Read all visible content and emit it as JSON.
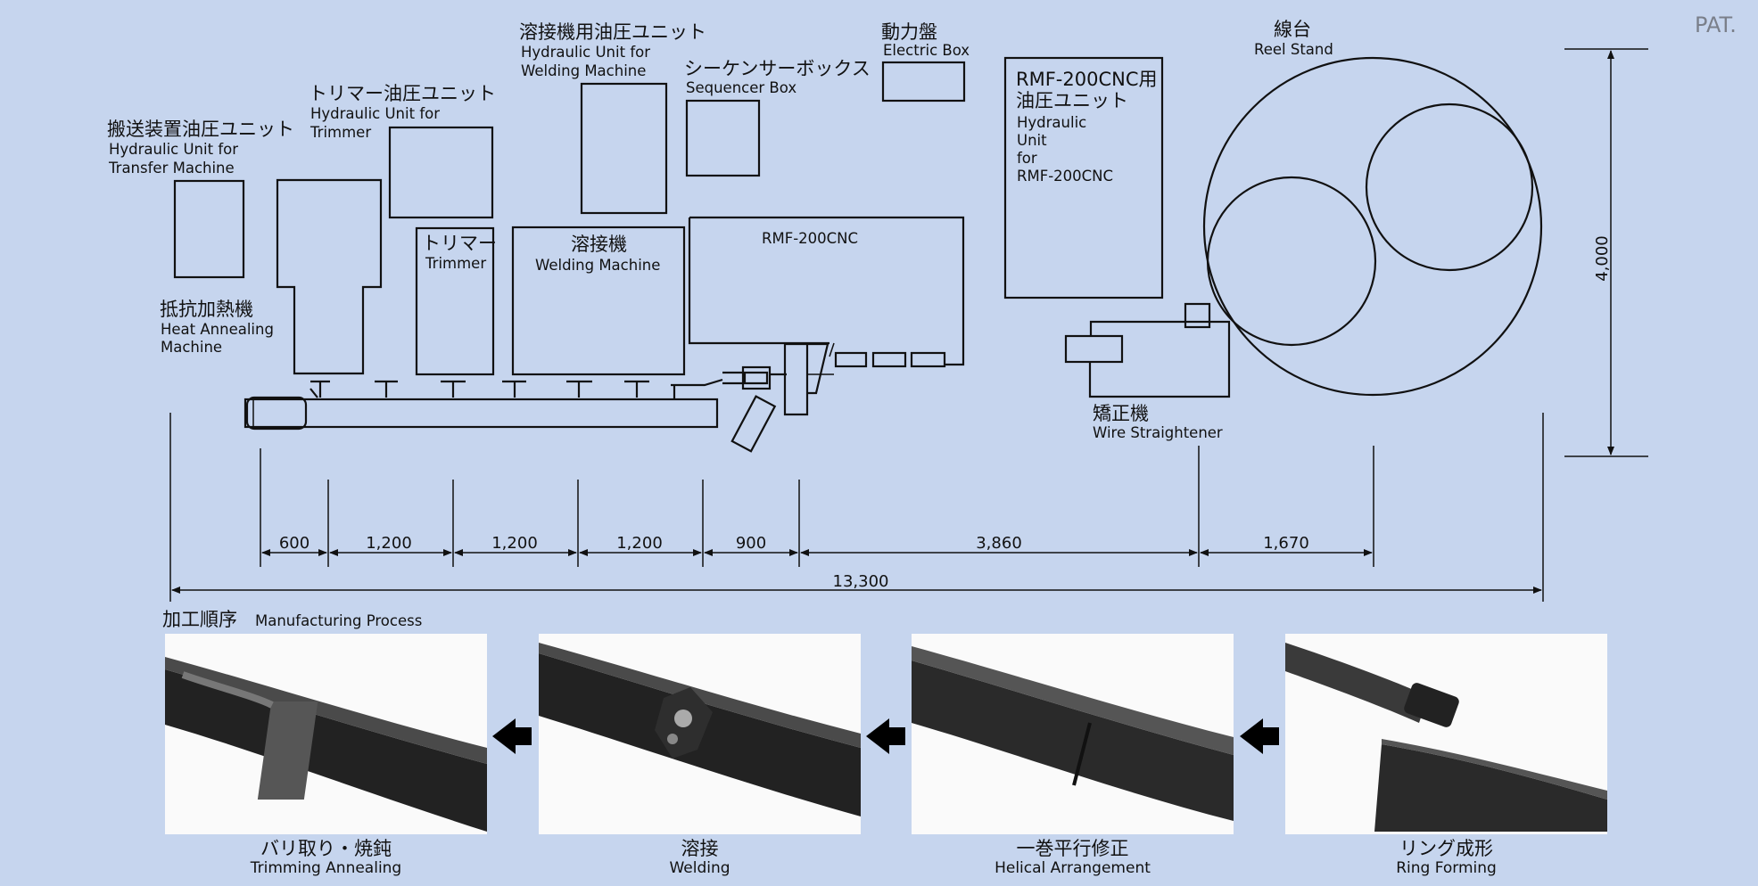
{
  "pat": "PAT.",
  "labels": {
    "transfer_hyd_ja": "搬送装置油圧ユニット",
    "transfer_hyd_en1": "Hydraulic Unit for",
    "transfer_hyd_en2": "Transfer Machine",
    "trimmer_hyd_ja": "トリマー油圧ユニット",
    "trimmer_hyd_en1": "Hydraulic Unit for",
    "trimmer_hyd_en2": "Trimmer",
    "welding_hyd_ja": "溶接機用油圧ユニット",
    "welding_hyd_en1": "Hydraulic Unit for",
    "welding_hyd_en2": "Welding Machine",
    "sequencer_ja": "シーケンサーボックス",
    "sequencer_en": "Sequencer  Box",
    "electric_ja": "動力盤",
    "electric_en": "Electric  Box",
    "rmf_hyd_ja1": "RMF-200CNC用",
    "rmf_hyd_ja2": "油圧ユニット",
    "rmf_hyd_en1": "Hydraulic",
    "rmf_hyd_en2": "Unit",
    "rmf_hyd_en3": "for",
    "rmf_hyd_en4": "RMF-200CNC",
    "reel_ja": "線台",
    "reel_en": "Reel Stand",
    "trimmer_ja": "トリマー",
    "trimmer_en": "Trimmer",
    "welding_ja": "溶接機",
    "welding_en": "Welding Machine",
    "rmf": "RMF-200CNC",
    "heat_ja": "抵抗加熱機",
    "heat_en1": "Heat Annealing",
    "heat_en2": "Machine",
    "straightener_ja": "矯正機",
    "straightener_en": "Wire Straightener"
  },
  "dimensions": {
    "segments": [
      "600",
      "1,200",
      "1,200",
      "1,200",
      "900",
      "3,860",
      "1,670"
    ],
    "total": "13,300",
    "height": "4,000"
  },
  "process": {
    "title_ja": "加工順序",
    "title_en": "Manufacturing Process",
    "steps": [
      {
        "ja": "バリ取り・焼鈍",
        "en": "Trimming  Annealing"
      },
      {
        "ja": "溶接",
        "en": "Welding"
      },
      {
        "ja": "一巻平行修正",
        "en": "Helical  Arrangement"
      },
      {
        "ja": "リング成形",
        "en": "Ring  Forming"
      }
    ]
  }
}
